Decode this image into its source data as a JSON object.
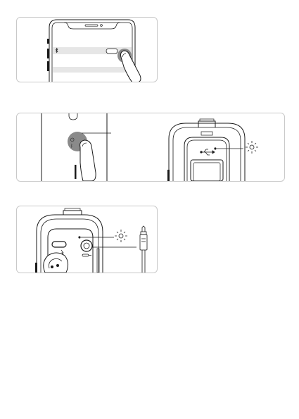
{
  "panels": [
    {
      "id": "phone-bluetooth-toggle",
      "toggle_icon": "bluetooth-icon"
    },
    {
      "id": "device-button-press",
      "button_labels": [
        "⏻",
        "ᛒ"
      ]
    },
    {
      "id": "aux-cable-connection",
      "port_icons": [
        "usb-icon",
        "aux-icon"
      ]
    }
  ],
  "colors": {
    "line": "#1a1a1a",
    "highlight": "#8a8a8a",
    "list_band": "#e6e6e6",
    "frame": "#c9c9c9"
  }
}
